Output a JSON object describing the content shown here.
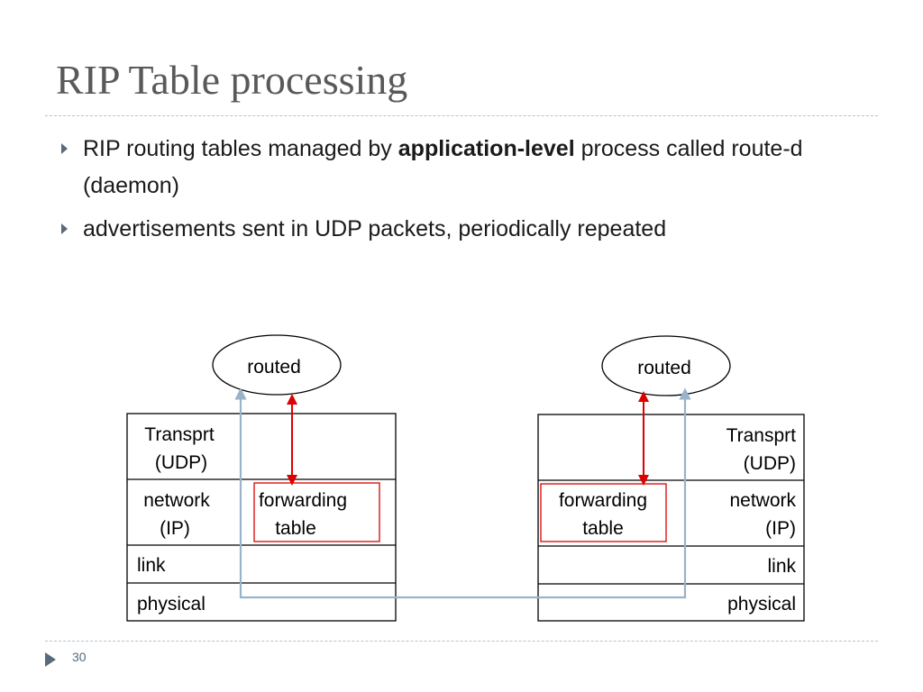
{
  "slide": {
    "title": "RIP Table processing",
    "page_number": "30"
  },
  "bullets": [
    {
      "text_before": "RIP routing tables managed by ",
      "bold": "application-level",
      "text_after": " process called route-d (daemon)"
    },
    {
      "text_before": "advertisements sent in UDP packets, periodically repeated",
      "bold": "",
      "text_after": ""
    }
  ],
  "diagram": {
    "left_router": {
      "daemon_label": "routed",
      "transport_line1": "Transprt",
      "transport_line2": "(UDP)",
      "network_line1": "network",
      "network_line2": "(IP)",
      "table_line1": "forwarding",
      "table_line2": "table",
      "link_label": "link",
      "physical_label": "physical"
    },
    "right_router": {
      "daemon_label": "routed",
      "transport_line1": "Transprt",
      "transport_line2": "(UDP)",
      "network_line1": "network",
      "network_line2": "(IP)",
      "table_line1": "forwarding",
      "table_line2": "table",
      "link_label": "link",
      "physical_label": "physical"
    },
    "colors": {
      "path_line": "#9ab3c8",
      "table_arrow": "#dd0000",
      "table_box": "#dd0000"
    }
  }
}
